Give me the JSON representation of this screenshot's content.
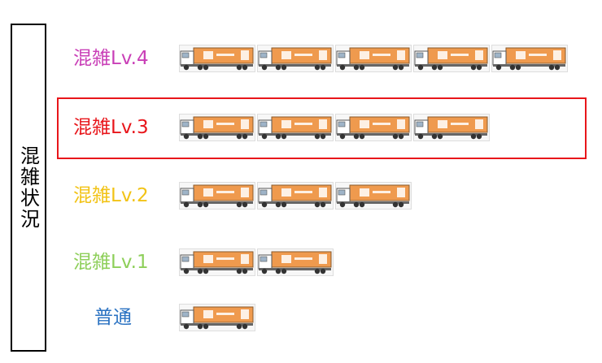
{
  "side_label": "混雑状況",
  "colors": {
    "highlight": "#e8161b",
    "trailer": "#ef9a4e",
    "cab": "#ffffff",
    "wheel": "#333333"
  },
  "levels": [
    {
      "label": "混雑Lv.4",
      "color": "#c93fb7",
      "truck_count": 5,
      "highlighted": false
    },
    {
      "label": "混雑Lv.3",
      "color": "#e8161b",
      "truck_count": 4,
      "highlighted": true
    },
    {
      "label": "混雑Lv.2",
      "color": "#f2c316",
      "truck_count": 3,
      "highlighted": false
    },
    {
      "label": "混雑Lv.1",
      "color": "#8ecf5a",
      "truck_count": 2,
      "highlighted": false
    },
    {
      "label": "普通",
      "color": "#2a72c2",
      "truck_count": 1,
      "highlighted": false
    }
  ]
}
